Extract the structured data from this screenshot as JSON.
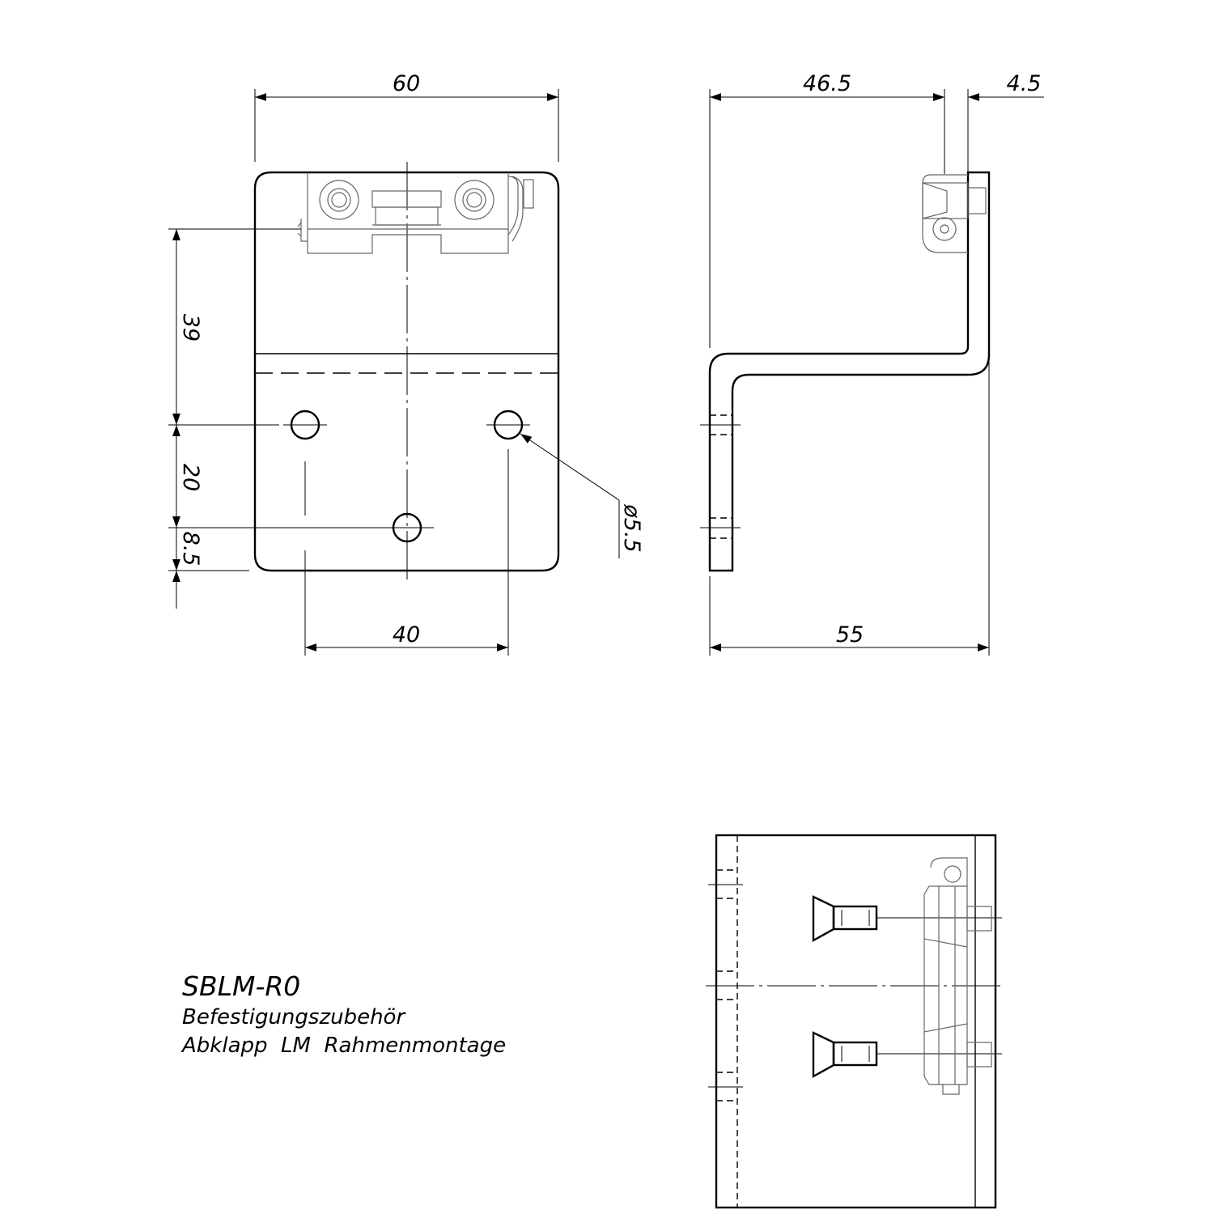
{
  "dimensions": {
    "front_width": "60",
    "front_height_upper": "39",
    "front_height_mid": "20",
    "front_height_lower": "8.5",
    "front_hole_spacing": "40",
    "hole_diameter": "ø5.5",
    "side_depth": "46.5",
    "side_thickness": "4.5",
    "side_total": "55"
  },
  "title_block": {
    "code": "SBLM-R0",
    "line1": "Befestigungszubehör",
    "line2": "Abklapp  LM  Rahmenmontage"
  }
}
